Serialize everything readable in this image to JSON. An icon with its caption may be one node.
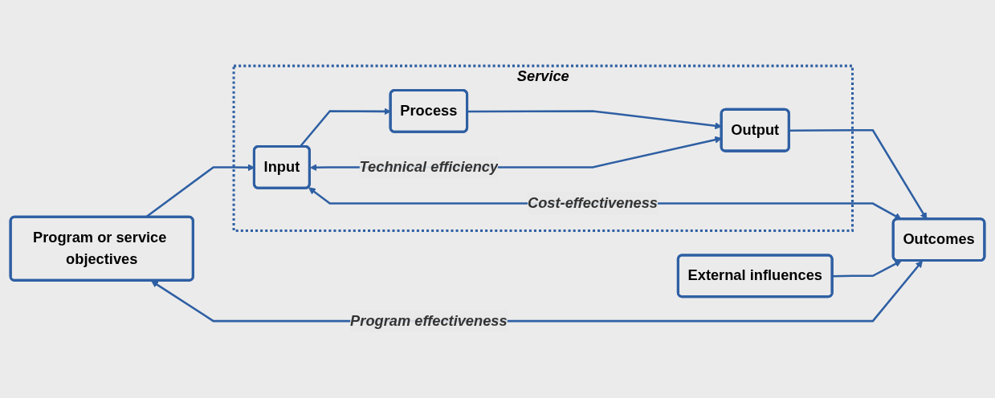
{
  "diagram": {
    "nodes": [
      {
        "text": [
          "Program or service objectives"
        ]
      },
      {
        "text": [
          "External influences"
        ]
      },
      {
        "text": [
          "Service"
        ]
      },
      {
        "text": [
          "Input"
        ],
        "in": 2
      },
      {
        "text": [
          "Process"
        ],
        "in": 2
      },
      {
        "text": [
          "Output"
        ],
        "in": 2
      },
      {
        "text": [
          "Outcomes"
        ]
      }
    ],
    "edges": [
      {
        "from": 0,
        "to": 3,
        "arrow": "to"
      },
      {
        "from": 3,
        "to": 4,
        "arrow": "to"
      },
      {
        "from": 4,
        "to": 5,
        "arrow": "to"
      },
      {
        "from": 5,
        "to": 6,
        "arrow": "to"
      },
      {
        "from": 1,
        "to": 6,
        "arrow": "to"
      },
      {
        "from": 3,
        "to": 5,
        "arrow": "both",
        "label": "Technical efficiency"
      },
      {
        "from": 3,
        "to": 6,
        "arrow": "both",
        "label": "Cost-effectiveness"
      },
      {
        "from": 0,
        "to": 6,
        "arrow": "both",
        "label": "Program effectiveness"
      }
    ]
  }
}
